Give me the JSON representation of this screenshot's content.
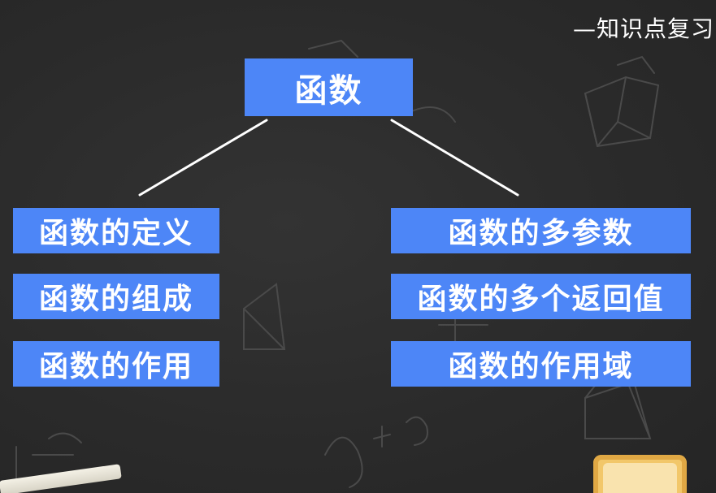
{
  "header": {
    "subtitle": "—知识点复习"
  },
  "diagram": {
    "root": "函数",
    "left_branch": [
      "函数的定义",
      "函数的组成",
      "函数的作用"
    ],
    "right_branch": [
      "函数的多参数",
      "函数的多个返回值",
      "函数的作用域"
    ]
  },
  "colors": {
    "background": "#2b2b2b",
    "node_fill": "#4d86f7",
    "node_text": "#ffffff",
    "connector": "#ffffff"
  }
}
